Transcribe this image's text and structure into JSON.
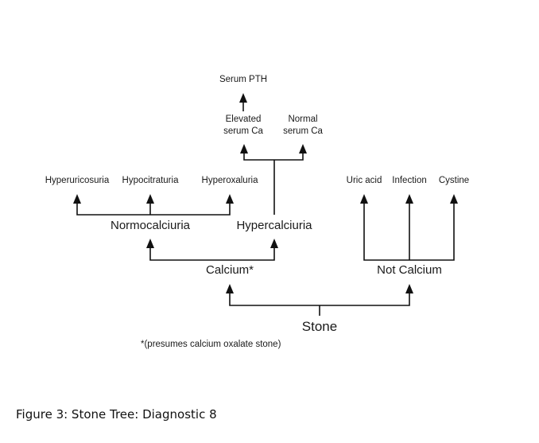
{
  "diagram": {
    "nodes": {
      "stone": "Stone",
      "calcium": "Calcium*",
      "not_calcium": "Not Calcium",
      "normocalciuria": "Normocalciuria",
      "hypercalciuria": "Hypercalciuria",
      "hyperuricosuria": "Hyperuricosuria",
      "hypocitraturia": "Hypocitraturia",
      "hyperoxaluria": "Hyperoxaluria",
      "elevated_serum_ca_line1": "Elevated",
      "elevated_serum_ca_line2": "serum Ca",
      "normal_serum_ca_line1": "Normal",
      "normal_serum_ca_line2": "serum Ca",
      "serum_pth": "Serum PTH",
      "uric_acid": "Uric acid",
      "infection": "Infection",
      "cystine": "Cystine"
    },
    "edges": [
      {
        "from": "stone",
        "to": "calcium"
      },
      {
        "from": "stone",
        "to": "not_calcium"
      },
      {
        "from": "calcium",
        "to": "normocalciuria"
      },
      {
        "from": "calcium",
        "to": "hypercalciuria"
      },
      {
        "from": "normocalciuria",
        "to": "hyperuricosuria"
      },
      {
        "from": "normocalciuria",
        "to": "hypocitraturia"
      },
      {
        "from": "normocalciuria",
        "to": "hyperoxaluria"
      },
      {
        "from": "hypercalciuria",
        "to": "elevated_serum_ca"
      },
      {
        "from": "hypercalciuria",
        "to": "normal_serum_ca"
      },
      {
        "from": "elevated_serum_ca",
        "to": "serum_pth"
      },
      {
        "from": "not_calcium",
        "to": "uric_acid"
      },
      {
        "from": "not_calcium",
        "to": "infection"
      },
      {
        "from": "not_calcium",
        "to": "cystine"
      }
    ],
    "footnote": "*(presumes calcium oxalate stone)"
  },
  "caption": "Figure 3: Stone Tree: Diagnostic 8"
}
